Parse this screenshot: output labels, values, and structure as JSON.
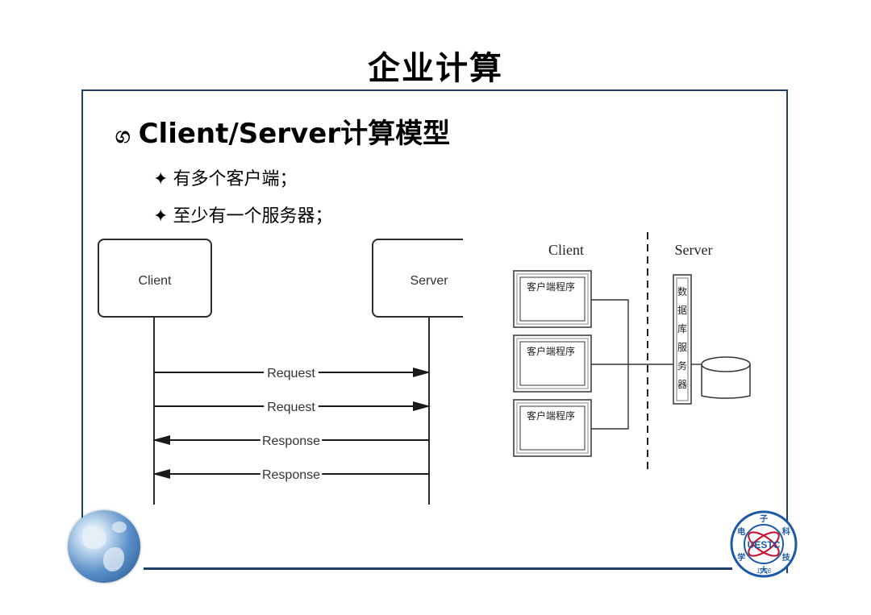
{
  "slide": {
    "title": "企业计算",
    "heading": "Client/Server计算模型",
    "heading_glyph": "ග",
    "bullets": [
      "有多个客户端；",
      "至少有一个服务器；"
    ],
    "bullet_mark": "✦"
  },
  "sequence_diagram": {
    "client_label": "Client",
    "server_label": "Server",
    "messages": [
      {
        "label": "Request",
        "direction": "client-to-server"
      },
      {
        "label": "Request",
        "direction": "client-to-server"
      },
      {
        "label": "Response",
        "direction": "server-to-client"
      },
      {
        "label": "Response",
        "direction": "server-to-client"
      }
    ]
  },
  "cs_diagram": {
    "client_header": "Client",
    "server_header": "Server",
    "client_programs": [
      "客户端程序",
      "客户端程序",
      "客户端程序"
    ],
    "db_server_label": [
      "数",
      "据",
      "库",
      "服",
      "务",
      "器"
    ]
  },
  "logo": {
    "text": "UESTC",
    "year": "1956",
    "ring_chars": [
      "电",
      "子",
      "科",
      "技",
      "大",
      "学"
    ]
  },
  "colors": {
    "frame": "#1f4068",
    "logo_blue": "#1c5aa6",
    "logo_red": "#c8102e"
  }
}
